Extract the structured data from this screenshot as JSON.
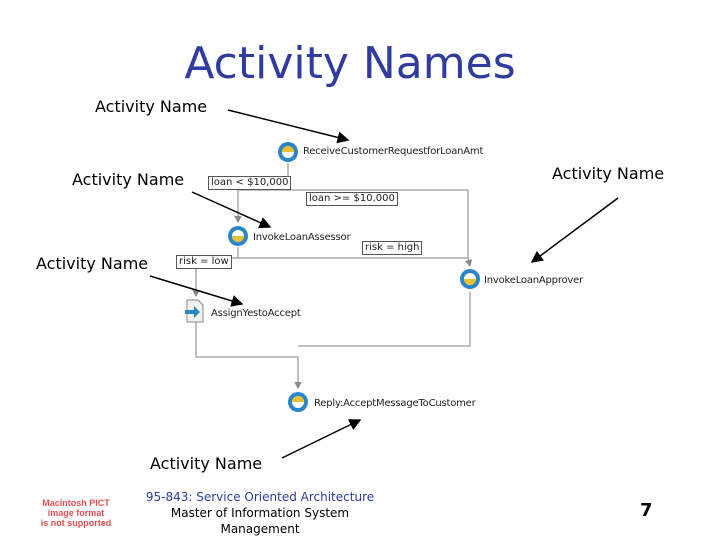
{
  "title": "Activity Names",
  "callouts": {
    "top": "Activity Name",
    "left_upper": "Activity Name",
    "right": "Activity Name",
    "left_middle": "Activity Name",
    "bottom": "Activity Name"
  },
  "nodes": {
    "receive": "ReceiveCustomerRequestforLoanAmt",
    "invoke_assessor": "InvokeLoanAssessor",
    "invoke_approver": "InvokeLoanApprover",
    "assign": "AssignYestoAccept",
    "reply": "Reply:AcceptMessageToCustomer"
  },
  "conditions": {
    "loan_lt": "loan < $10,000",
    "loan_ge": "loan >= $10,000",
    "risk_high": "risk = high",
    "risk_low": "risk = low"
  },
  "footer": {
    "course": "95-843: Service Oriented Architecture",
    "program": "Master of Information System",
    "program2": "Management"
  },
  "page_number": "7",
  "pict_notice": {
    "line1": "Macintosh PICT",
    "line2": "image format",
    "line3": "is not supported"
  },
  "colors": {
    "title": "#2f3b9e",
    "icon_blue": "#2a86c8",
    "icon_yellow": "#e8c030"
  }
}
